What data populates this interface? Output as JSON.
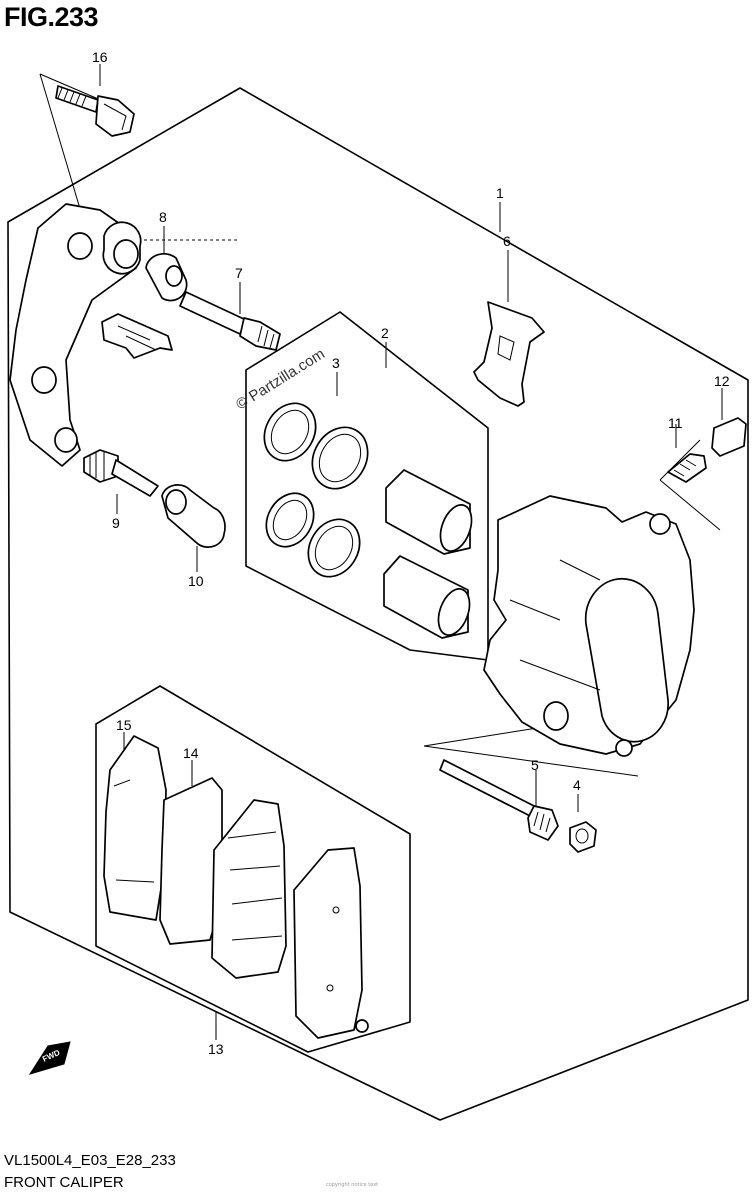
{
  "figure": {
    "number": "FIG.233",
    "code": "VL1500L4_E03_E28_233",
    "name": "FRONT CALIPER"
  },
  "watermark": "© Partzilla.com",
  "fine_print": "copyright notice text",
  "fwd_label": "FWD",
  "callouts": [
    {
      "id": "1",
      "part": "caliper-assembly"
    },
    {
      "id": "2",
      "part": "piston-seal-set"
    },
    {
      "id": "3",
      "part": "seal-set"
    },
    {
      "id": "4",
      "part": "nut"
    },
    {
      "id": "5",
      "part": "pad-pin"
    },
    {
      "id": "6",
      "part": "pad-spring"
    },
    {
      "id": "7",
      "part": "slide-pin"
    },
    {
      "id": "8",
      "part": "boot"
    },
    {
      "id": "9",
      "part": "slide-pin"
    },
    {
      "id": "10",
      "part": "boot"
    },
    {
      "id": "11",
      "part": "bleeder-valve"
    },
    {
      "id": "12",
      "part": "bleeder-cap"
    },
    {
      "id": "13",
      "part": "brake-pad-set"
    },
    {
      "id": "14",
      "part": "pad-shim"
    },
    {
      "id": "15",
      "part": "pad-shim"
    },
    {
      "id": "16",
      "part": "bolt"
    }
  ]
}
